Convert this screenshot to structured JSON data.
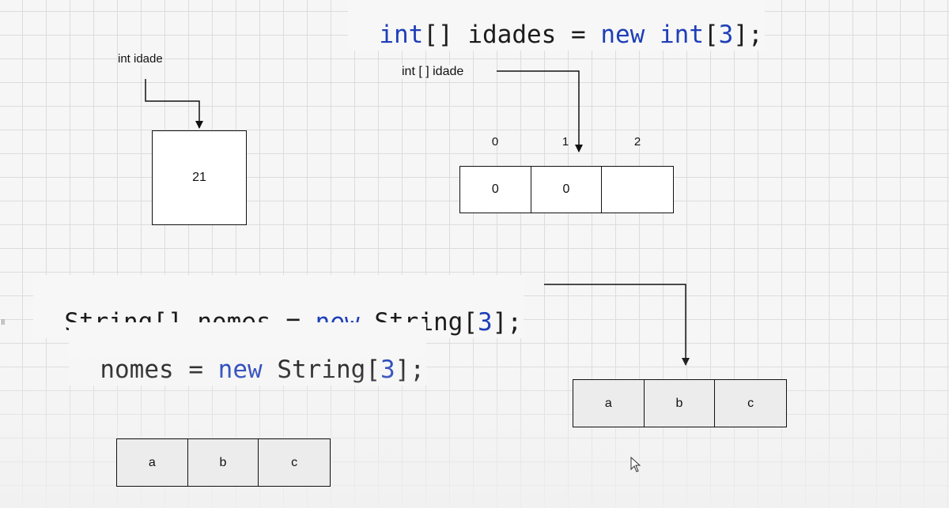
{
  "code": {
    "top_line": {
      "type": "int",
      "brackets": "[]",
      "name": "idades",
      "eq": "=",
      "kw": "new",
      "type2": "int",
      "open": "[",
      "size": "3",
      "close": "];"
    },
    "line1": {
      "type": "String",
      "brackets": "[]",
      "name": "nomes",
      "eq": "=",
      "kw": "new",
      "type2": "String",
      "open": "[",
      "size": "3",
      "close": "];"
    },
    "line2": {
      "name": "nomes",
      "eq": "=",
      "kw": "new",
      "type2": "String",
      "open": "[",
      "size": "3",
      "close": "];"
    }
  },
  "diagram": {
    "var_label": "int idade",
    "var_value": "21",
    "array_label": "int [ ] idade",
    "indices": [
      "0",
      "1",
      "2"
    ],
    "int_array": [
      "0",
      "0",
      ""
    ],
    "string_array_right": [
      "a",
      "b",
      "c"
    ],
    "string_array_left": [
      "a",
      "b",
      "c"
    ]
  },
  "colors": {
    "keyword": "#1f3fb8",
    "grid": "#dcdcdc",
    "stroke": "#111111"
  },
  "side_mark": "॥"
}
